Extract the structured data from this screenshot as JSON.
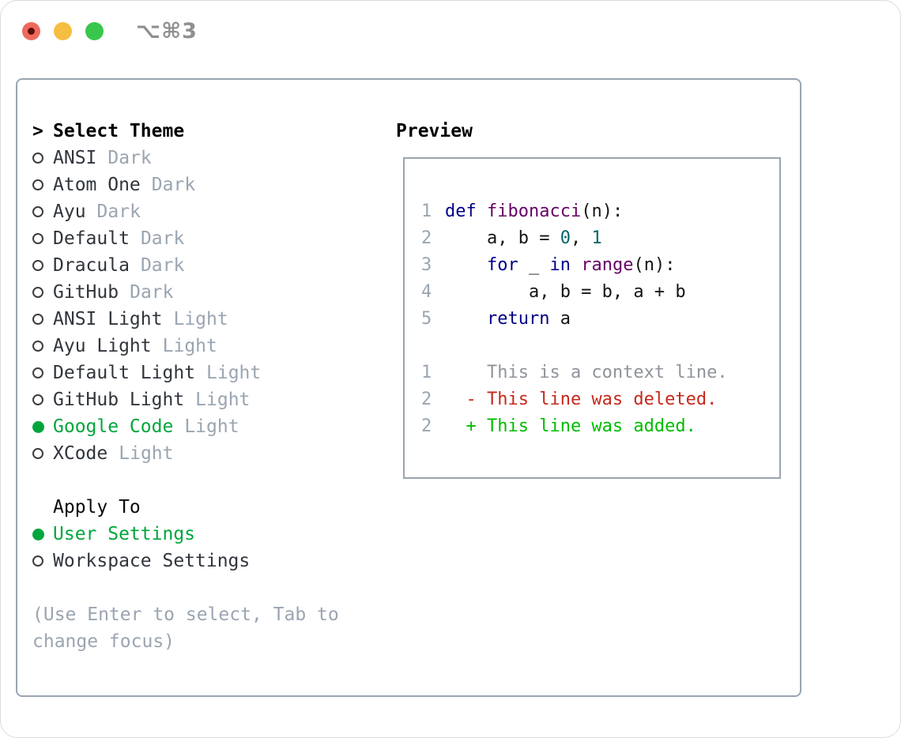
{
  "window": {
    "title": "⌥⌘3"
  },
  "theme_panel": {
    "header": {
      "pointer": ">",
      "label": "Select Theme"
    },
    "themes": [
      {
        "name": "ANSI",
        "variant": "Dark",
        "selected": false
      },
      {
        "name": "Atom One",
        "variant": "Dark",
        "selected": false
      },
      {
        "name": "Ayu",
        "variant": "Dark",
        "selected": false
      },
      {
        "name": "Default",
        "variant": "Dark",
        "selected": false
      },
      {
        "name": "Dracula",
        "variant": "Dark",
        "selected": false
      },
      {
        "name": "GitHub",
        "variant": "Dark",
        "selected": false
      },
      {
        "name": "ANSI Light",
        "variant": "Light",
        "selected": false
      },
      {
        "name": "Ayu Light",
        "variant": "Light",
        "selected": false
      },
      {
        "name": "Default Light",
        "variant": "Light",
        "selected": false
      },
      {
        "name": "GitHub Light",
        "variant": "Light",
        "selected": false
      },
      {
        "name": "Google Code",
        "variant": "Light",
        "selected": true
      },
      {
        "name": "XCode",
        "variant": "Light",
        "selected": false
      }
    ],
    "apply_to": {
      "label": "Apply To",
      "options": [
        {
          "label": "User Settings",
          "selected": true
        },
        {
          "label": "Workspace Settings",
          "selected": false
        }
      ]
    },
    "hint": "(Use Enter to select, Tab to change focus)"
  },
  "preview": {
    "header": "Preview",
    "lines": [
      {
        "num": "1",
        "tokens": [
          {
            "text": "def ",
            "type": "kwd"
          },
          {
            "text": "fibonacci",
            "type": "typ"
          },
          {
            "text": "(n):",
            "type": "pln"
          }
        ]
      },
      {
        "num": "2",
        "tokens": [
          {
            "text": "    a, b = ",
            "type": "pln"
          },
          {
            "text": "0",
            "type": "lit"
          },
          {
            "text": ", ",
            "type": "pln"
          },
          {
            "text": "1",
            "type": "lit"
          }
        ]
      },
      {
        "num": "3",
        "tokens": [
          {
            "text": "    ",
            "type": "pln"
          },
          {
            "text": "for",
            "type": "kwd"
          },
          {
            "text": " _ ",
            "type": "pln"
          },
          {
            "text": "in",
            "type": "kwd"
          },
          {
            "text": " ",
            "type": "pln"
          },
          {
            "text": "range",
            "type": "typ"
          },
          {
            "text": "(n):",
            "type": "pln"
          }
        ]
      },
      {
        "num": "4",
        "tokens": [
          {
            "text": "        a, b = b, a + b",
            "type": "pln"
          }
        ]
      },
      {
        "num": "5",
        "tokens": [
          {
            "text": "    ",
            "type": "pln"
          },
          {
            "text": "return",
            "type": "kwd"
          },
          {
            "text": " a",
            "type": "pln"
          }
        ]
      },
      {
        "num": "",
        "tokens": []
      },
      {
        "num": "1",
        "tokens": [
          {
            "text": "    This is a context line.",
            "type": "ctx"
          }
        ]
      },
      {
        "num": "2",
        "tokens": [
          {
            "text": "  - This line was deleted.",
            "type": "del"
          }
        ]
      },
      {
        "num": "2",
        "tokens": [
          {
            "text": "  + This line was added.",
            "type": "add"
          }
        ]
      }
    ]
  },
  "colors": {
    "kwd": "#000088",
    "typ": "#660066",
    "lit": "#006666",
    "pln": "#141414",
    "muted": "#9aa5b1",
    "ctx": "#8f949b",
    "del": "#c5281c",
    "add": "#00bd00",
    "sel": "#00a63c",
    "boxborder": "#9aa5b1",
    "textdark": "#30353c",
    "titlegray": "#8f8f8f",
    "trafficred": "#ee6a5e",
    "trafficyellow": "#f6be40",
    "trafficgreen": "#38c74c",
    "reddot": "#5c100a",
    "circleoutline": "#3d3d3d",
    "winborder": "#dcdcdc"
  }
}
